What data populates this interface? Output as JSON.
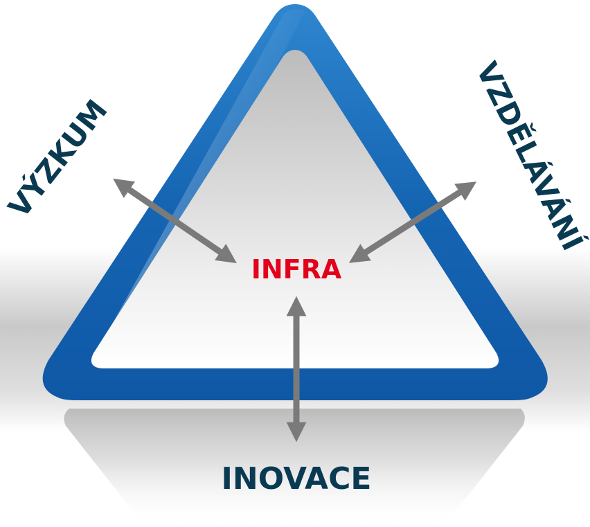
{
  "diagram": {
    "center_label": "INFRA",
    "left_label": "VÝZKUM",
    "right_label": "VZDĚLÁVÁNÍ",
    "bottom_label": "INOVACE"
  },
  "colors": {
    "triangle_blue": "#1565b3",
    "triangle_blue_dark": "#0d4f96",
    "center_text": "#e3001b",
    "outer_text": "#0a3a52",
    "arrow_gray": "#7a7a7a",
    "inner_fill_top": "#d9d9d9",
    "inner_fill_bottom": "#ffffff"
  },
  "icons": {
    "arrows": "double-headed-arrow-icon"
  }
}
